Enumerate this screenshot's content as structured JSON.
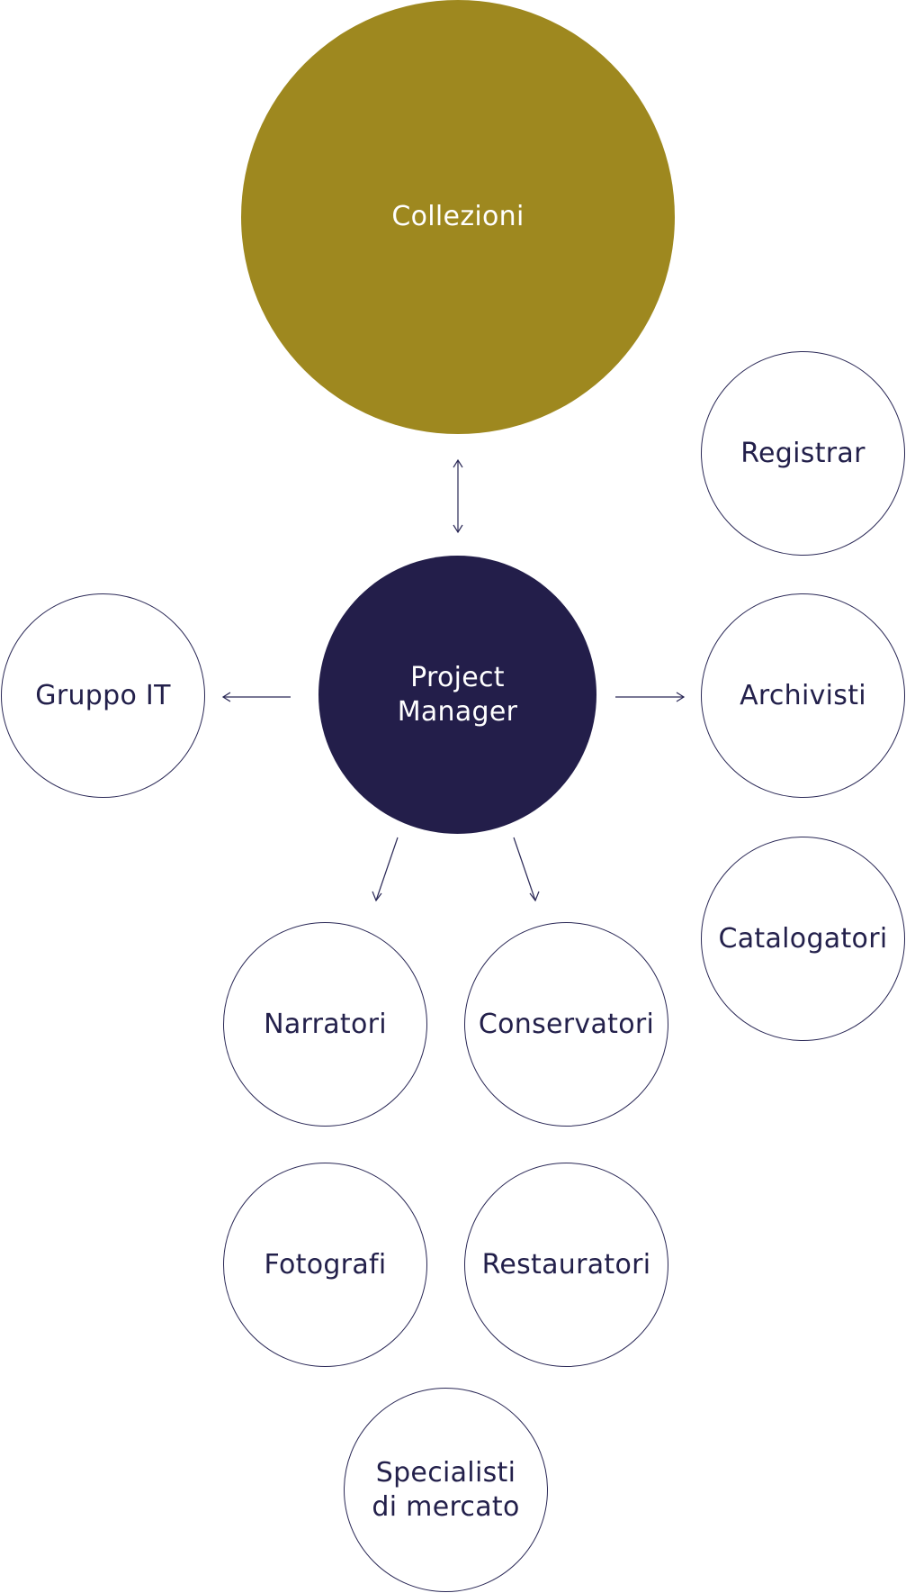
{
  "colors": {
    "collezioni_fill": "#9e881f",
    "project_manager_fill": "#231e4a",
    "outline_stroke": "#2a2856",
    "node_text": "#23204b"
  },
  "nodes": {
    "collezioni": "Collezioni",
    "project_manager": "Project\nManager",
    "registrar": "Registrar",
    "archivisti": "Archivisti",
    "catalogatori": "Catalogatori",
    "gruppo_it": "Gruppo IT",
    "narratori": "Narratori",
    "conservatori": "Conservatori",
    "fotografi": "Fotografi",
    "restauratori": "Restauratori",
    "specialisti": "Specialisti\ndi mercato"
  }
}
